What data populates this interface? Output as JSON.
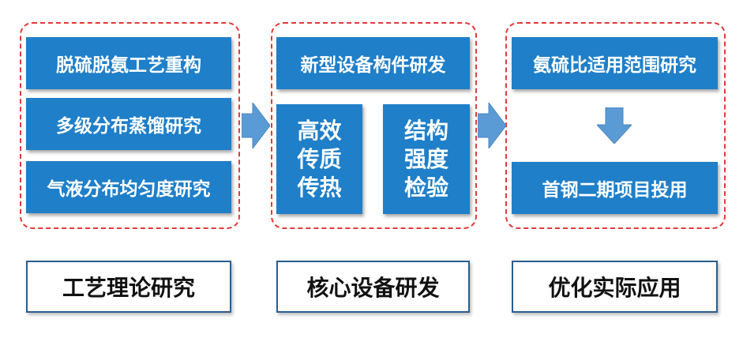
{
  "theory": {
    "items": [
      "脱硫脱氨工艺重构",
      "多级分布蒸馏研究",
      "气液分布均匀度研究"
    ],
    "label": "工艺理论研究"
  },
  "equipment": {
    "top": "新型设备构件研发",
    "left": [
      "高效",
      "传质",
      "传热"
    ],
    "right": [
      "结构",
      "强度",
      "检验"
    ],
    "label": "核心设备研发"
  },
  "application": {
    "top": "氨硫比适用范围研究",
    "bottom": "首钢二期项目投用",
    "label": "优化实际应用"
  },
  "colors": {
    "box_fill": "#1f7fc9",
    "dashed_border": "#e23a3a",
    "label_border": "#2a5c8e",
    "arrow_fill": "#5b9bd5"
  }
}
